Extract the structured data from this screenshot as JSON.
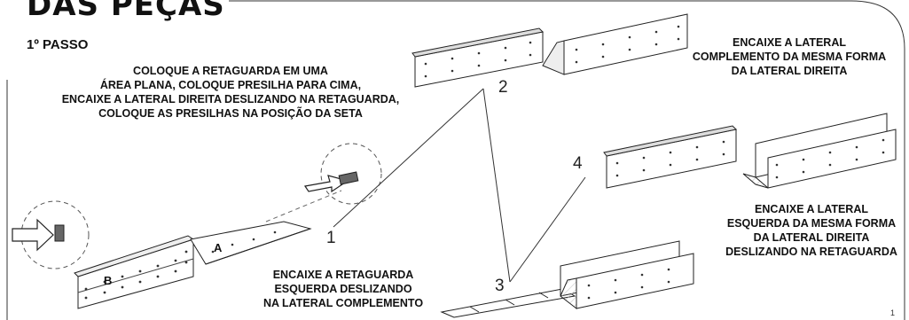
{
  "header": {
    "title": "DAS PEÇAS"
  },
  "step": {
    "label": "1º PASSO"
  },
  "instructions": {
    "main": [
      "COLOQUE A RETAGUARDA EM UMA",
      "ÁREA PLANA, COLOQUE PRESILHA PARA CIMA,",
      "ENCAIXE A LATERAL DIREITA DESLIZANDO NA RETAGUARDA,",
      "COLOQUE AS PRESILHAS NA POSIÇÃO DA SETA"
    ],
    "step2": [
      "ENCAIXE A LATERAL",
      "COMPLEMENTO DA MESMA FORMA",
      "DA LATERAL DIREITA"
    ],
    "step3": [
      "ENCAIXE A RETAGUARDA",
      "ESQUERDA DESLIZANDO",
      "NA LATERAL COMPLEMENTO"
    ],
    "step4": [
      "ENCAIXE A LATERAL",
      "ESQUERDA DA MESMA FORMA",
      "DA LATERAL DIREITA",
      "DESLIZANDO NA RETAGUARDA"
    ]
  },
  "callouts": {
    "n1": "1",
    "n2": "2",
    "n3": "3",
    "n4": "4"
  },
  "parts": {
    "a": "A",
    "b": "B"
  },
  "icons": [
    "arrow-icon",
    "clip-icon"
  ]
}
